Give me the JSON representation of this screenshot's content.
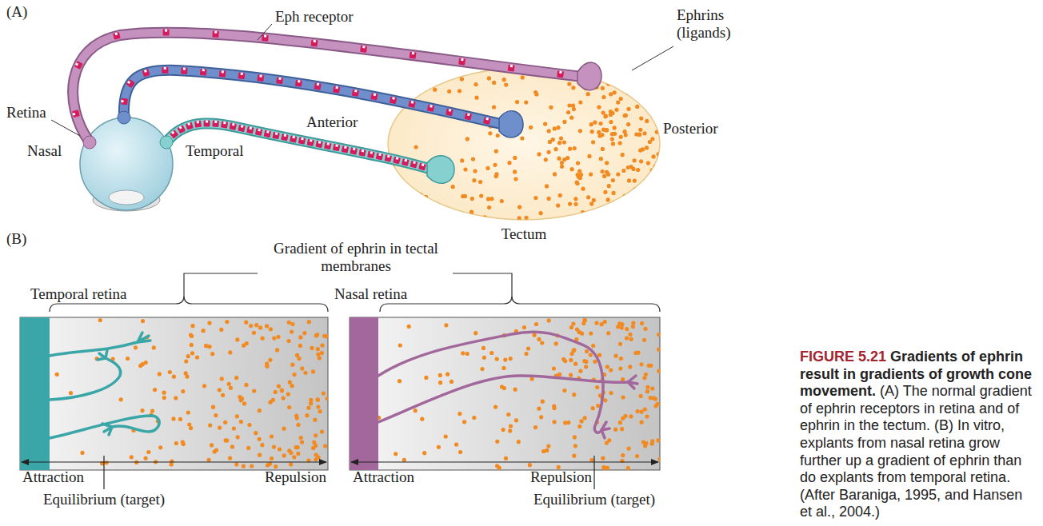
{
  "diagram": {
    "title": "Gradients of ephrin result in gradients of growth cone movement.",
    "caption": "(A) The normal gradient of ephrin receptors in retina and of ephrin in the tectum. (B) In vitro, explants from nasal retina grow further up a gradient of ephrin than do explants from temporal retina. (After Baraniga, 1995, and Hansen et al., 2004.)",
    "nodes": [
      {
        "text": [
          "Tectum"
        ]
      },
      {
        "text": [
          "Temporal retina"
        ]
      },
      {
        "text": [
          "Nasal retina"
        ]
      }
    ],
    "labels": [
      "(A)",
      "Eph receptor",
      "Ephrins (ligands)",
      "Retina",
      "Nasal",
      "Temporal",
      "Anterior",
      "Posterior",
      "(B)",
      "Gradient of ephrin in tectal membranes",
      "Attraction",
      "Repulsion",
      "Equilibrium (target)",
      "Attraction",
      "Repulsion",
      "Equilibrium (target)",
      "FIGURE 5.21"
    ]
  }
}
